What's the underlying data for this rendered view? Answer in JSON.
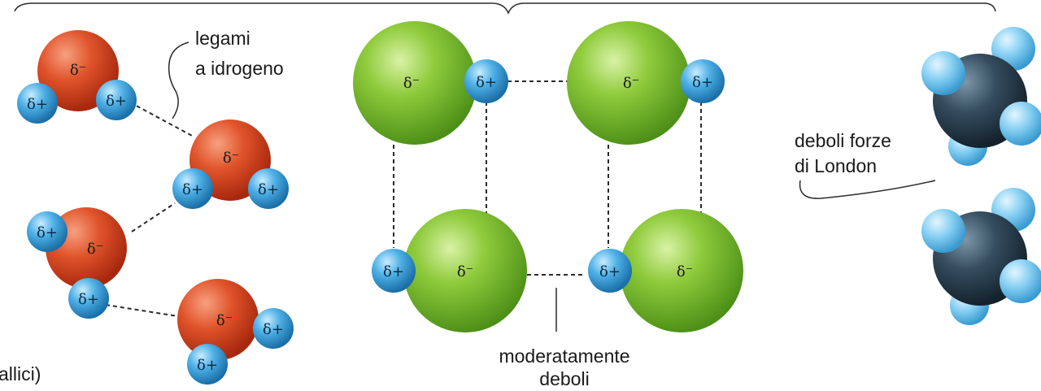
{
  "captions": {
    "hydrogen_bond_line1": "legami",
    "hydrogen_bond_line2": "a idrogeno",
    "moderate_line1": "moderatamente",
    "moderate_line2": "deboli",
    "london_line1": "deboli forze",
    "london_line2": "di London",
    "cut_left": "allici)"
  },
  "charges": {
    "negative": "δ⁻",
    "positive": "δ+"
  },
  "colors": {
    "oxygen": "#d84a25",
    "hydrogen": "#3c9ed8",
    "chlorine_like": "#7cbd2f",
    "carbon": "#2f4656",
    "methane_h": "#7cc8ee"
  }
}
